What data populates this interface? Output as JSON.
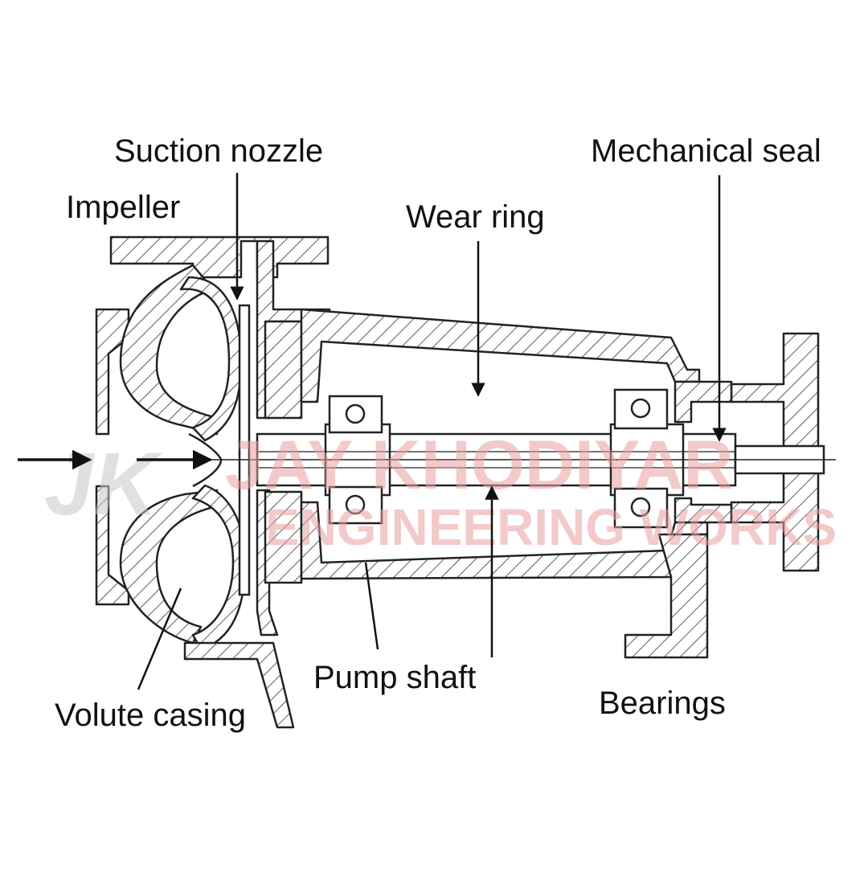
{
  "labels": {
    "suction_nozzle": "Suction nozzle",
    "impeller": "Impeller",
    "wear_ring": "Wear ring",
    "mechanical_seal": "Mechanical seal",
    "volute_casing": "Volute casing",
    "pump_shaft": "Pump shaft",
    "bearings": "Bearings"
  },
  "watermark": {
    "logo": "JK",
    "line1": "JAY KHODIYAR",
    "line2": "ENGINEERING WORKS"
  },
  "colors": {
    "ink": "#222222",
    "background": "#ffffff",
    "watermark": "#e8a0a0",
    "watermark_logo": "#c8c8c8"
  }
}
